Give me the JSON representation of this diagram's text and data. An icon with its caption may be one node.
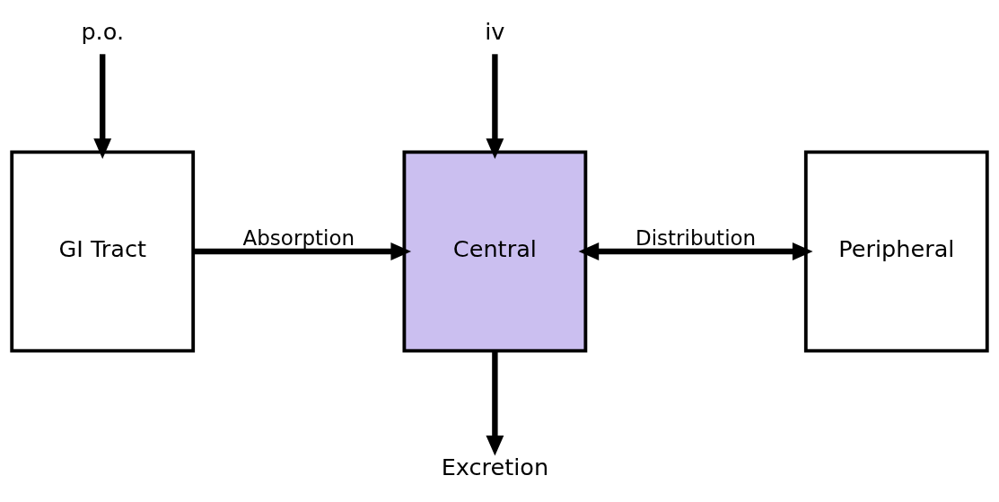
{
  "diagram": {
    "nodes": [
      {
        "text": [
          "p.o."
        ]
      },
      {
        "text": [
          "iv"
        ]
      },
      {
        "text": [
          "GI Tract"
        ]
      },
      {
        "text": [
          "Central"
        ]
      },
      {
        "text": [
          "Peripheral"
        ]
      },
      {
        "text": [
          "Excretion"
        ]
      }
    ],
    "edges": [
      {
        "from": 0,
        "to": 2,
        "arrow": "to"
      },
      {
        "from": 1,
        "to": 3,
        "arrow": "to"
      },
      {
        "from": 2,
        "to": 3,
        "arrow": "to",
        "label": "Absorption"
      },
      {
        "from": 3,
        "to": 4,
        "arrow": "both",
        "label": "Distribution"
      },
      {
        "from": 3,
        "to": 5,
        "arrow": "to"
      }
    ]
  }
}
